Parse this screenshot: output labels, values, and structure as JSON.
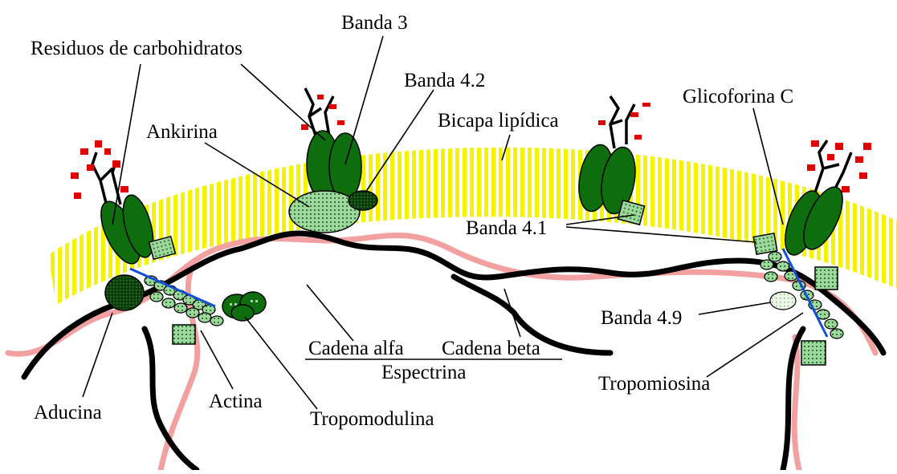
{
  "diagram": {
    "labels": {
      "carbohydrates": "Residuos de carbohidratos",
      "band3": "Banda 3",
      "band42": "Banda 4.2",
      "bilayer": "Bicapa lipídica",
      "glycophorin_c": "Glicoforina C",
      "ankyrin": "Ankirina",
      "band41": "Banda 4.1",
      "band49": "Banda 4.9",
      "alpha_chain": "Cadena alfa",
      "beta_chain": "Cadena beta",
      "spectrin": "Espectrina",
      "tropomyosin": "Tropomiosina",
      "adducin": "Aducina",
      "actin": "Actina",
      "tropomodulin": "Tropomodulina"
    },
    "colors": {
      "bilayer_yellow": "#f4f400",
      "protein_green": "#0e6e0e",
      "dark_green": "#0b3d0b",
      "light_green": "#8fd08f",
      "spectrin_black": "#000000",
      "spectrin_pink": "#f2a0a0",
      "carbohydrate_red": "#e00000",
      "link_blue": "#1050d8"
    }
  }
}
